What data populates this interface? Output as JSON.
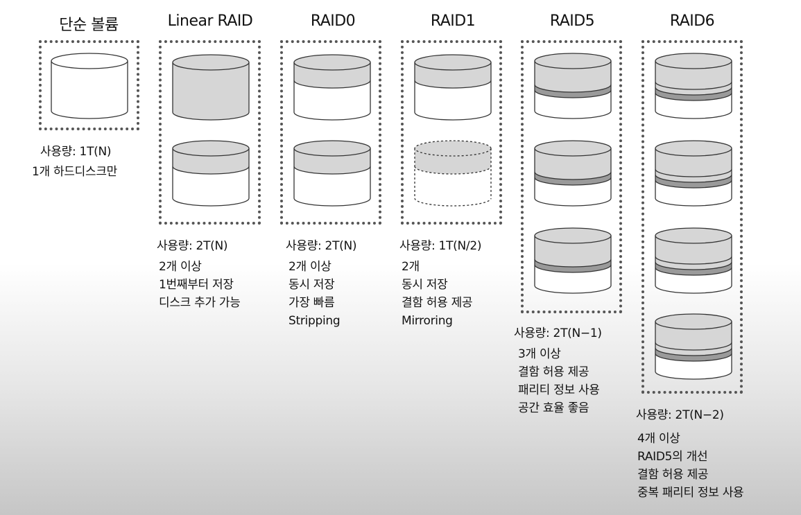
{
  "columns": [
    {
      "id": "single",
      "title": "단순 볼륨",
      "usage": "사용량: 1T(N)",
      "notes": [
        "1개 하드디스크만"
      ],
      "disks": [
        {
          "style": "plain"
        }
      ]
    },
    {
      "id": "linear",
      "title": "Linear RAID",
      "usage": "사용량: 2T(N)",
      "notes": [
        "2개 이상",
        "1번째부터 저장",
        "디스크 추가 가능"
      ],
      "disks": [
        {
          "style": "full-gray"
        },
        {
          "style": "top-gray"
        }
      ]
    },
    {
      "id": "raid0",
      "title": "RAID0",
      "usage": "사용량: 2T(N)",
      "notes": [
        "2개 이상",
        "동시 저장",
        "가장 빠름",
        "Stripping"
      ],
      "disks": [
        {
          "style": "top-gray"
        },
        {
          "style": "top-gray"
        }
      ]
    },
    {
      "id": "raid1",
      "title": "RAID1",
      "usage": "사용량: 1T(N/2)",
      "notes": [
        "2개",
        "동시 저장",
        "결함 허용 제공",
        "Mirroring"
      ],
      "disks": [
        {
          "style": "top-gray"
        },
        {
          "style": "dashed-top-gray"
        }
      ]
    },
    {
      "id": "raid5",
      "title": "RAID5",
      "usage": "사용량: 2T(N−1)",
      "notes": [
        "3개 이상",
        "결함 허용 제공",
        "패리티 정보 사용",
        "공간 효율 좋음"
      ],
      "disks": [
        {
          "style": "parity1"
        },
        {
          "style": "parity1"
        },
        {
          "style": "parity1"
        }
      ]
    },
    {
      "id": "raid6",
      "title": "RAID6",
      "usage": "사용량: 2T(N−2)",
      "notes": [
        "4개 이상",
        "RAID5의 개선",
        "결함 허용 제공",
        "중복 패리티 정보 사용"
      ],
      "disks": [
        {
          "style": "parity2"
        },
        {
          "style": "parity2"
        },
        {
          "style": "parity2"
        },
        {
          "style": "parity2"
        }
      ]
    }
  ],
  "colors": {
    "fill_gray": "#d6d6d6",
    "parity_gray": "#9a9a9a",
    "outline": "#333333",
    "box_border": "#555555"
  }
}
